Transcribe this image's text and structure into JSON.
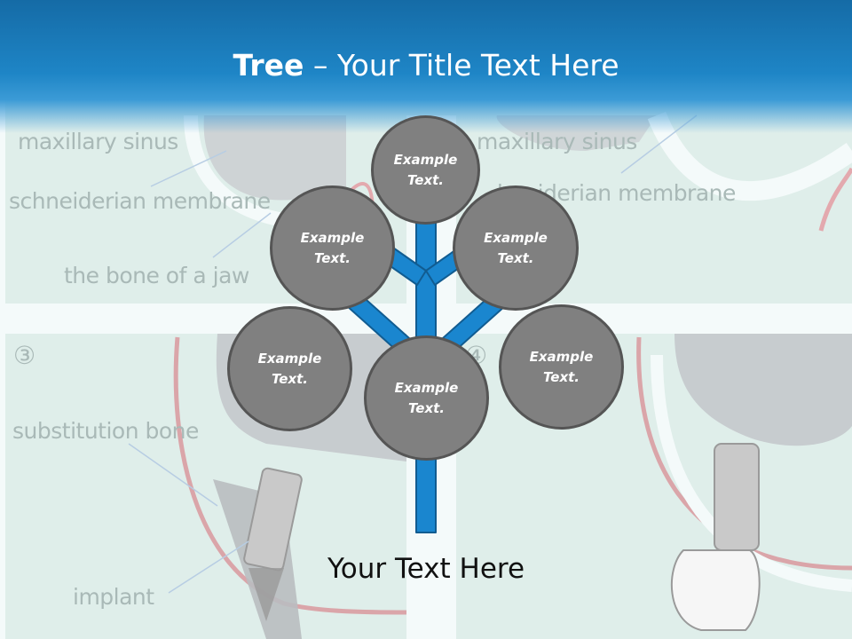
{
  "title": {
    "bold": "Tree",
    "separator": " – ",
    "rest": "Your Title Text Here"
  },
  "background_labels": {
    "maxillary_sinus_left": "maxillary sinus",
    "schneiderian_membrane_left": "schneiderian membrane",
    "bone_of_jaw": "the bone of a jaw",
    "maxillary_sinus_right": "maxillary sinus",
    "schneiderian_membrane_right": "hneiderian membrane",
    "step_3": "③",
    "step_4": "④",
    "substitution_bone": "substitution bone",
    "implant": "implant"
  },
  "nodes": [
    {
      "label": "Example\nText."
    },
    {
      "label": "Example\nText."
    },
    {
      "label": "Example\nText."
    },
    {
      "label": "Example\nText."
    },
    {
      "label": "Example\nText."
    },
    {
      "label": "Example\nText."
    }
  ],
  "caption": "Your Text Here",
  "colors": {
    "header": "#1e85c6",
    "trunk": "#1a86cf",
    "node_fill": "#808080",
    "node_border": "#555555"
  }
}
